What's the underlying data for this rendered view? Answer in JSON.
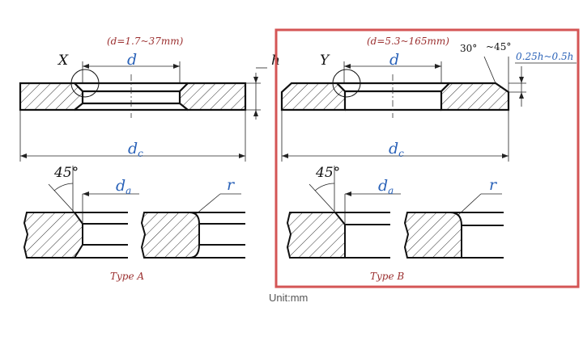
{
  "type_a": {
    "range": "(d=1.7~37mm)",
    "view_label": "X",
    "dim_d": "d",
    "dim_dc": "d",
    "dim_dc_sub": "c",
    "dim_h": "h",
    "angle": "45°",
    "dim_da": "d",
    "dim_da_sub": "a",
    "radius": "r",
    "caption": "Type A"
  },
  "type_b": {
    "range": "(d=5.3~165mm)",
    "view_label": "Y",
    "dim_d": "d",
    "dim_dc": "d",
    "dim_dc_sub": "c",
    "angle_30": "30°",
    "angle_45_top": "~45°",
    "chamfer": "0.25h~0.5h",
    "angle": "45°",
    "dim_da": "d",
    "dim_da_sub": "a",
    "radius": "r",
    "caption": "Type B"
  },
  "unit": "Unit:mm",
  "colors": {
    "highlight": "#d45555",
    "blue": "#2a62b8",
    "red_text": "#9b2f2f"
  }
}
